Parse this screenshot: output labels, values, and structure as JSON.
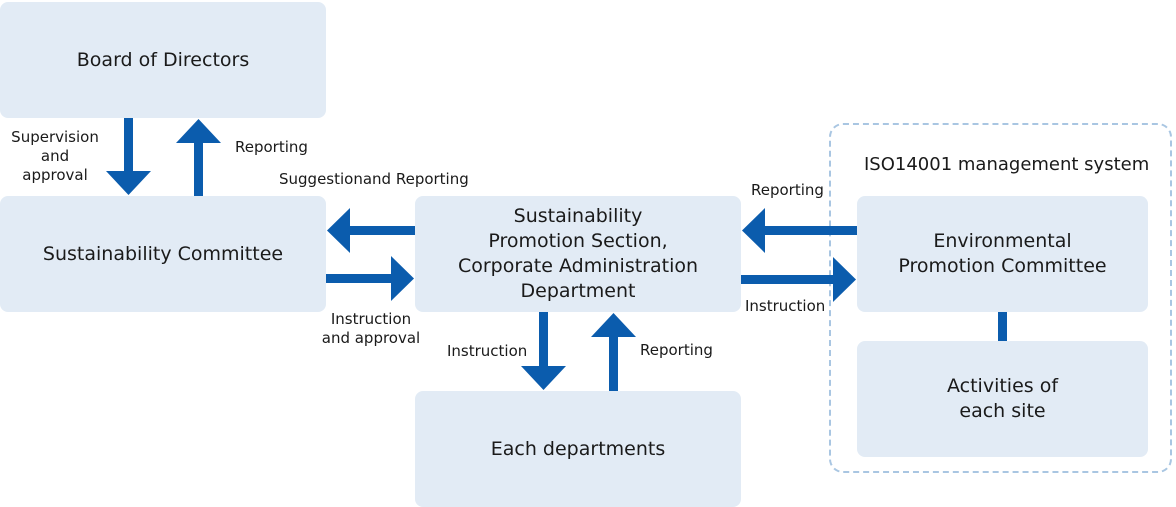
{
  "boxes": {
    "board": "Board of Directors",
    "committee": "Sustainability Committee",
    "promotion": "Sustainability\nPromotion Section,\nCorporate Administration\nDepartment",
    "departments": "Each departments",
    "environmental": "Environmental\nPromotion Committee",
    "activities": "Activities of\neach site"
  },
  "group_title": "ISO14001 management system",
  "labels": {
    "supervision": "Supervision\nand\napproval",
    "reporting_board": "Reporting",
    "suggestion": "Suggestionand Reporting",
    "instruction_approval": "Instruction\nand approval",
    "instruction_depts": "Instruction",
    "reporting_depts": "Reporting",
    "reporting_env": "Reporting",
    "instruction_env": "Instruction"
  },
  "colors": {
    "box_fill": "#e2ebf5",
    "arrow": "#0b5cad",
    "dashed_border": "#a9c6e2"
  }
}
